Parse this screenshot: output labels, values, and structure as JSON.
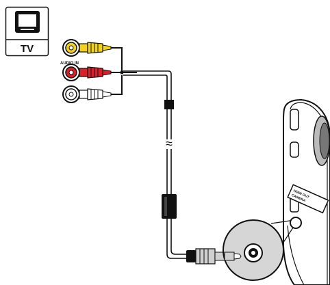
{
  "tv_box": {
    "label": "TV",
    "icon": "tv-icon"
  },
  "connector_panel": {
    "port_label": "AUDIO IN",
    "jacks": [
      {
        "name": "yellow-jack",
        "color": "#f2d21b"
      },
      {
        "name": "red-jack",
        "color": "#d8202b"
      },
      {
        "name": "white-jack",
        "color": "#ffffff"
      }
    ]
  },
  "cable": {
    "break_symbol": "≈"
  },
  "device": {
    "side_label": "HDMI OUT",
    "side_label_2": "CAMERA"
  },
  "colors": {
    "line": "#111111",
    "yellow": "#f2d21b",
    "red": "#d8202b",
    "grey": "#d0d0d0"
  }
}
